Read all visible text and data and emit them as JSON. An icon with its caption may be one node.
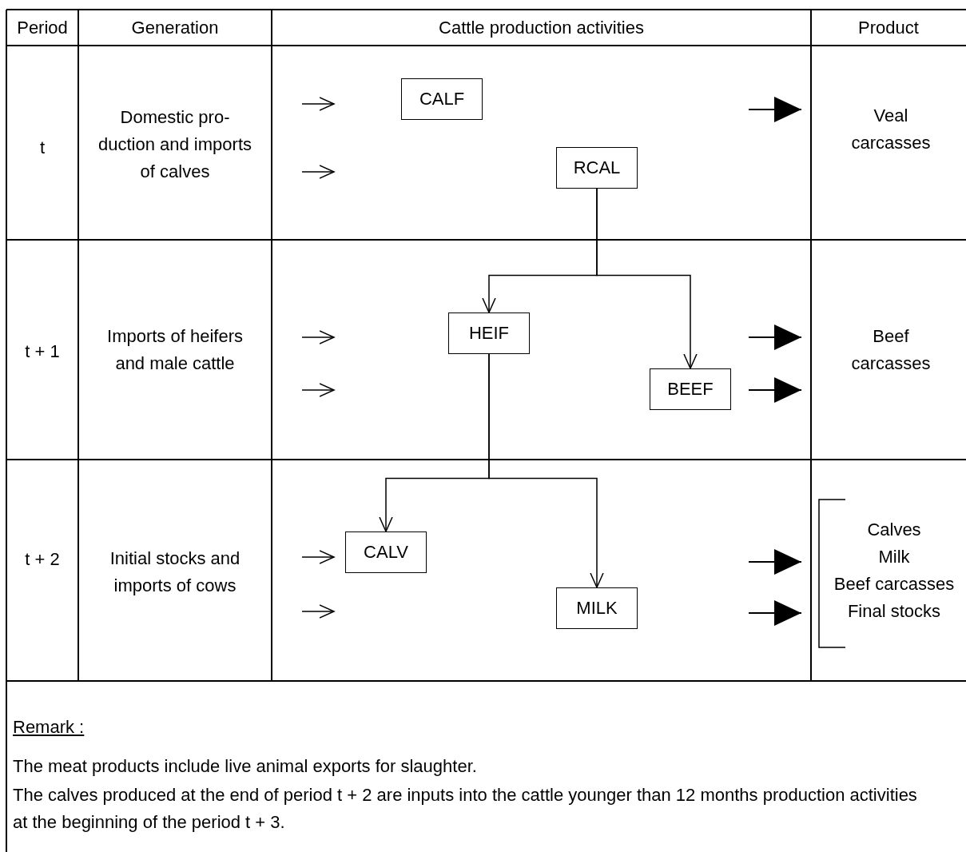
{
  "diagram": {
    "nodes": [
      {
        "text": [
          "CALF"
        ]
      },
      {
        "text": [
          "RCAL"
        ]
      },
      {
        "text": [
          "HEIF"
        ]
      },
      {
        "text": [
          "BEEF"
        ]
      },
      {
        "text": [
          "CALV"
        ]
      },
      {
        "text": [
          "MILK"
        ]
      }
    ],
    "edges": [
      {
        "from": 1,
        "to": 2,
        "arrow": "to"
      },
      {
        "from": 1,
        "to": 3,
        "arrow": "to"
      },
      {
        "from": 2,
        "to": 4,
        "arrow": "to"
      },
      {
        "from": 2,
        "to": 5,
        "arrow": "to"
      }
    ],
    "labels": [
      "Period",
      "Generation",
      "Cattle production activities",
      "Product",
      "t",
      "Domestic pro- duction and imports of calves",
      "Veal carcasses",
      "t + 1",
      "Imports of heifers and male cattle",
      "Beef carcasses",
      "t + 2",
      "Initial stocks and imports of cows",
      "Calves",
      "Milk",
      "Beef carcasses",
      "Final stocks",
      "Remark :",
      "The meat products include live animal exports for slaughter.",
      "The calves produced at the end of period t + 2 are inputs into the cattle younger than 12 months production activities at the beginning of the period t + 3."
    ]
  }
}
